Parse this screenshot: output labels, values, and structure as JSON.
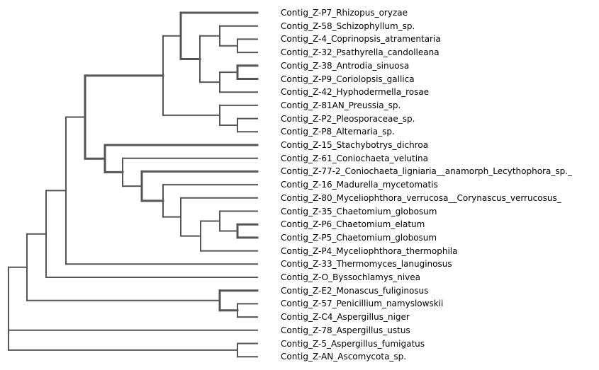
{
  "colors": {
    "line": "#555555",
    "background": "#ffffff",
    "text": "#000000"
  },
  "tree": {
    "leaves": [
      "Contig_Z-P7_Rhizopus_oryzae",
      "Contig_Z-58_Schizophyllum_sp.",
      "Contig_Z-4_Coprinopsis_atramentaria",
      "Contig_Z-32_Psathyrella_candolleana",
      "Contig_Z-38_Antrodia_sinuosa",
      "Contig_Z-P9_Coriolopsis_gallica",
      "Contig_Z-42_Hyphodermella_rosae",
      "Contig_Z-81AN_Preussia_sp.",
      "Contig_Z-P2_Pleosporaceae_sp.",
      "Contig_Z-P8_Alternaria_sp.",
      "Contig_Z-15_Stachybotrys_dichroa",
      "Contig_Z-61_Coniochaeta_velutina",
      "Contig_Z-77-2_Coniochaeta_ligniaria__anamorph_Lecythophora_sp._",
      "Contig_Z-16_Madurella_mycetomatis",
      "Contig_Z-80_Myceliophthora_verrucosa__Corynascus_verrucosus_",
      "Contig_Z-35_Chaetomium_globosum",
      "Contig_Z-P6_Chaetomium_elatum",
      "Contig_Z-P5_Chaetomium_globosum",
      "Contig_Z-P4_Myceliophthora_thermophila",
      "Contig_Z-33_Thermomyces_lanuginosus",
      "Contig_Z-O_Byssochlamys_nivea",
      "Contig_Z-E2_Monascus_fuliginosus",
      "Contig_Z-57_Penicillium_namyslowskii",
      "Contig_Z-C4_Aspergillus_niger",
      "Contig_Z-78_Aspergillus_ustus",
      "Contig_Z-5_Aspergillus_fumigatus",
      "Contig_Z-AN_Ascomycota_sp."
    ]
  }
}
